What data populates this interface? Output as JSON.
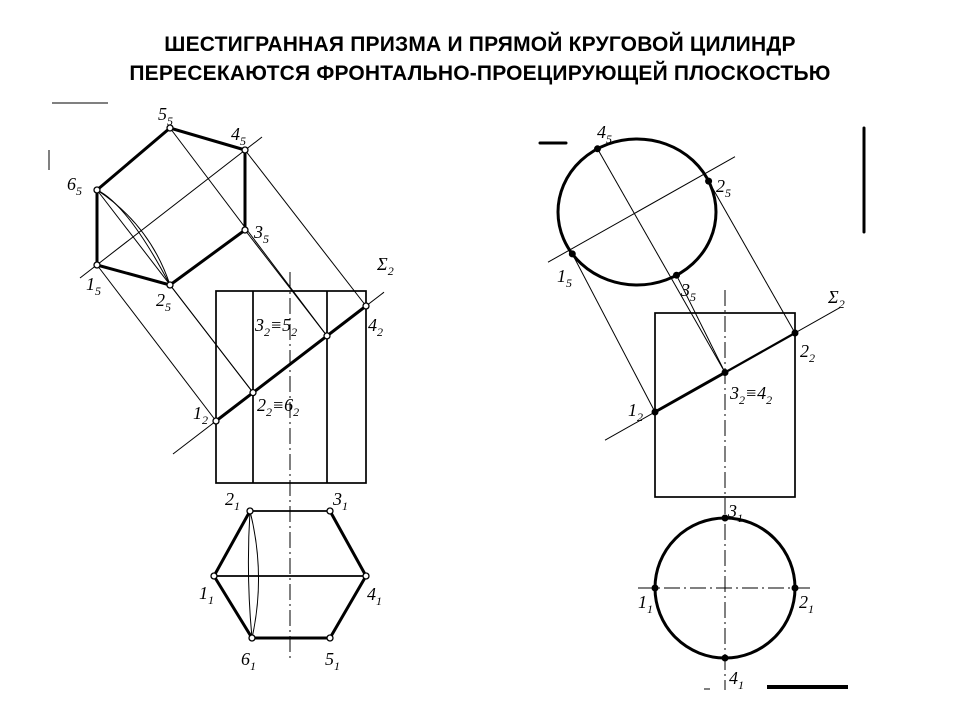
{
  "title": {
    "line1": "ШЕСТИГРАННАЯ ПРИЗМА И ПРЯМОЙ КРУГОВОЙ ЦИЛИНДР",
    "line2": "ПЕРЕСЕКАЮТСЯ ФРОНТАЛЬНО-ПРОЕЦИРУЮЩЕЙ ПЛОСКОСТЬЮ"
  },
  "prism": {
    "auxiliary_view": {
      "p5": [
        "5",
        "5"
      ],
      "p4": [
        "4",
        "5"
      ],
      "p6": [
        "6",
        "5"
      ],
      "p3": [
        "3",
        "5"
      ],
      "p1": [
        "1",
        "5"
      ],
      "p2": [
        "2",
        "5"
      ]
    },
    "front_view": {
      "plane": [
        "Σ",
        "2"
      ],
      "p3_p5": [
        "3",
        "2",
        "≡5",
        "2"
      ],
      "p4": [
        "4",
        "2"
      ],
      "p1": [
        "1",
        "2"
      ],
      "p2_p6": [
        "2",
        "2",
        "≡6",
        "2"
      ]
    },
    "top_view": {
      "p2": [
        "2",
        "1"
      ],
      "p3": [
        "3",
        "1"
      ],
      "p1": [
        "1",
        "1"
      ],
      "p4": [
        "4",
        "1"
      ],
      "p6": [
        "6",
        "1"
      ],
      "p5": [
        "5",
        "1"
      ]
    }
  },
  "cylinder": {
    "auxiliary_view": {
      "p4": [
        "4",
        "5"
      ],
      "p2": [
        "2",
        "5"
      ],
      "p1": [
        "1",
        "5"
      ],
      "p3": [
        "3",
        "5"
      ]
    },
    "front_view": {
      "plane": [
        "Σ",
        "2"
      ],
      "p2": [
        "2",
        "2"
      ],
      "p1": [
        "1",
        "2"
      ],
      "p3_p4": [
        "3",
        "2",
        "≡4",
        "2"
      ]
    },
    "top_view": {
      "p3": [
        "3",
        "1"
      ],
      "p1": [
        "1",
        "1"
      ],
      "p2": [
        "2",
        "1"
      ],
      "p4": [
        "4",
        "1"
      ]
    }
  },
  "colors": {
    "ink": "#000000",
    "background": "#ffffff"
  }
}
